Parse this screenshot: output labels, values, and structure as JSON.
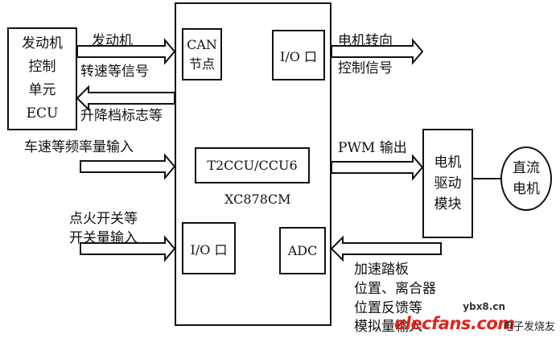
{
  "ecu": {
    "lines": [
      "发动机",
      "控制",
      "单元",
      "ECU"
    ]
  },
  "mcu": {
    "name": "XC878CM",
    "can": [
      "CAN",
      "节点"
    ],
    "io_top": "I/O 口",
    "t2ccu": "T2CCU/CCU6",
    "io_bottom": "I/O 口",
    "adc": "ADC"
  },
  "motor_drive": {
    "lines": [
      "电机",
      "驱动",
      "模块"
    ]
  },
  "dc_motor": {
    "lines": [
      "直流",
      "电机"
    ]
  },
  "signals": {
    "engine_speed": [
      "发动机",
      "转速等信号"
    ],
    "shift_flags": "升降档标志等",
    "vehicle_speed": "车速等频率量输入",
    "switch_inputs": [
      "点火开关等",
      "开关量输入"
    ],
    "motor_direction": [
      "电机转向",
      "控制信号"
    ],
    "pwm_out": "PWM 输出",
    "analog_inputs": [
      "加速踏板",
      "位置、离合器",
      "位置反馈等",
      "模拟量输入"
    ]
  },
  "watermark": {
    "site": "elecfans.com",
    "badge": "ybx8.cn",
    "cn": "电子发烧友"
  }
}
